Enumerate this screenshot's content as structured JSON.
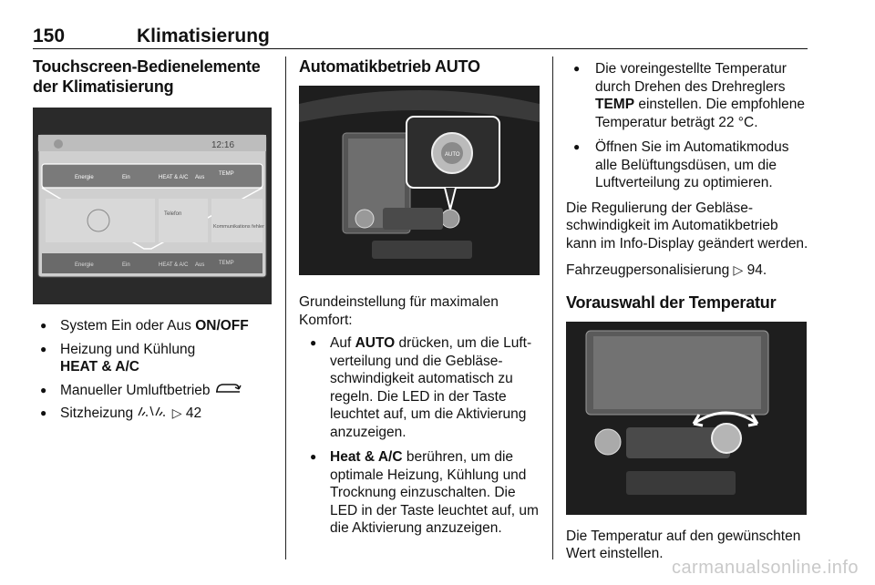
{
  "header": {
    "page_number": "150",
    "chapter": "Klimatisierung"
  },
  "col1": {
    "heading": "Touchscreen-Bedienelemente der Klimatisierung",
    "figure": {
      "time": "12:16",
      "buttons": [
        "Energie",
        "Ein",
        "HEAT & A/C",
        "Aus",
        "TEMP"
      ],
      "tiles": [
        "Telefon",
        "Kommunikations fehler"
      ],
      "bottom_buttons": [
        "Energie",
        "Ein",
        "HEAT & A/C",
        "Aus",
        "TEMP"
      ]
    },
    "bullets": [
      {
        "text": "System Ein oder Aus ",
        "bold": "ON/OFF"
      },
      {
        "text": "Heizung und Kühlung ",
        "bold": "HEAT & A/C"
      },
      {
        "text": "Manueller Umluftbetrieb ",
        "icon": "recirculation-icon"
      },
      {
        "text": "Sitzheizung ",
        "icon": "seat-heat-icon",
        "ref": " 42"
      }
    ]
  },
  "col2": {
    "heading": "Automatikbetrieb AUTO",
    "intro": "Grundeinstellung für maximalen Komfort:",
    "bullets": [
      {
        "pre": "Auf ",
        "bold": "AUTO",
        "text": " drücken, um die Luft­verteilung und die Gebläse­schwindigkeit automatisch zu regeln. Die LED in der Taste leuchtet auf, um die Aktivierung anzuzeigen."
      },
      {
        "pre": "",
        "bold": "Heat & A/C",
        "text": " berühren, um die optimale Heizung, Kühlung und Trocknung einzuschalten. Die LED in der Taste leuchtet auf, um die Aktivierung anzuzeigen."
      }
    ]
  },
  "col3": {
    "bullets": [
      {
        "pre": "Die voreingestellte Temperatur durch Drehen des Drehreglers ",
        "bold": "TEMP",
        "text": " einstellen. Die empfoh­lene Temperatur beträgt 22 °C."
      },
      {
        "pre": "Öffnen Sie im Automatikmodus alle Belüftungsdüsen, um die Luftverteilung zu optimieren.",
        "bold": "",
        "text": ""
      }
    ],
    "para1": "Die Regulierung der Gebläse­schwindigkeit im Automatikbetrieb kann im Info-Display geändert werden.",
    "para2_text": "Fahrzeugpersonalisierung ",
    "para2_ref": " 94.",
    "heading": "Vorauswahl der Temperatur",
    "caption": "Die Temperatur auf den gewünschten Wert einstellen."
  },
  "watermark": "carmanualsonline.info"
}
